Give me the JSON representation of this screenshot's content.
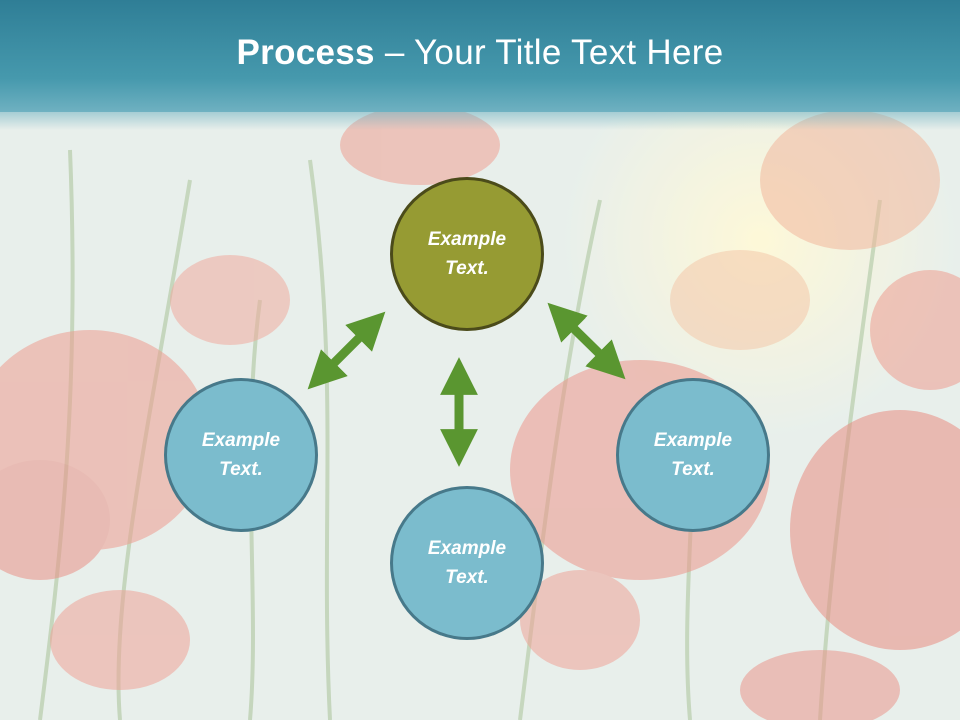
{
  "slide": {
    "title_bold": "Process",
    "title_rest": " – Your Title Text Here"
  },
  "nodes": {
    "top": "Example\nText.",
    "left": "Example\nText.",
    "bottom": "Example\nText.",
    "right": "Example\nText."
  },
  "colors": {
    "title_bar": "#3a8ca3",
    "circle_blue": "#7bbccd",
    "circle_blue_border": "#47798a",
    "circle_olive": "#969b33",
    "circle_olive_border": "#4b4b1a",
    "arrow_green": "#5a9630"
  },
  "icons": [
    "double-arrow-icon",
    "poppy-background"
  ]
}
